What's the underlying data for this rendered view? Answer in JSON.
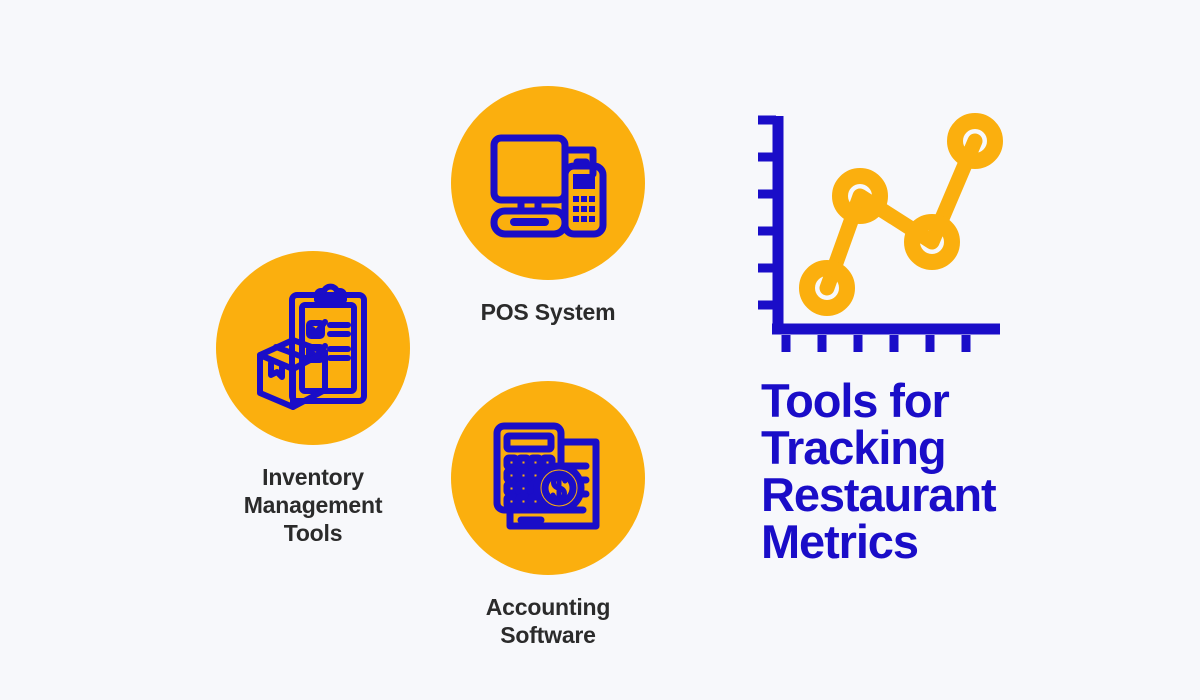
{
  "theme": {
    "background": "#f7f8fb",
    "accent_orange": "#fbaf0e",
    "accent_blue": "#1a0dc8",
    "caption_text": "#2b2b2b"
  },
  "headline": {
    "text": "Tools for\nTracking\nRestaurant\nMetrics",
    "lines": [
      "Tools for",
      "Tracking",
      "Restaurant",
      "Metrics"
    ],
    "color": "#1a0dc8"
  },
  "cards": [
    {
      "id": "inventory",
      "caption": "Inventory\nManagement\nTools",
      "caption_lines": [
        "Inventory",
        "Management",
        "Tools"
      ],
      "icon": "clipboard-checklist-and-box-icon",
      "circle_color": "#fbaf0e"
    },
    {
      "id": "pos",
      "caption": "POS System",
      "caption_lines": [
        "POS System"
      ],
      "icon": "pos-terminal-monitor-and-card-reader-icon",
      "circle_color": "#fbaf0e"
    },
    {
      "id": "accounting",
      "caption": "Accounting\nSoftware",
      "caption_lines": [
        "Accounting",
        "Software"
      ],
      "icon": "calculator-document-and-dollar-coin-icon",
      "circle_color": "#fbaf0e"
    }
  ],
  "chart_data": {
    "type": "line",
    "title": "",
    "xlabel": "",
    "ylabel": "",
    "x": [
      1,
      2,
      3,
      4
    ],
    "values": [
      1,
      3,
      2,
      4
    ],
    "series": [
      {
        "name": "metric-trend",
        "values": [
          1,
          3,
          2,
          4
        ],
        "color": "#fbaf0e"
      }
    ],
    "marker": "ring",
    "axis_color": "#1a0dc8",
    "x_tick_count": 6,
    "y_tick_count": 6,
    "xlim": [
      0,
      5
    ],
    "ylim": [
      0,
      5
    ],
    "grid": false,
    "legend": "none"
  }
}
